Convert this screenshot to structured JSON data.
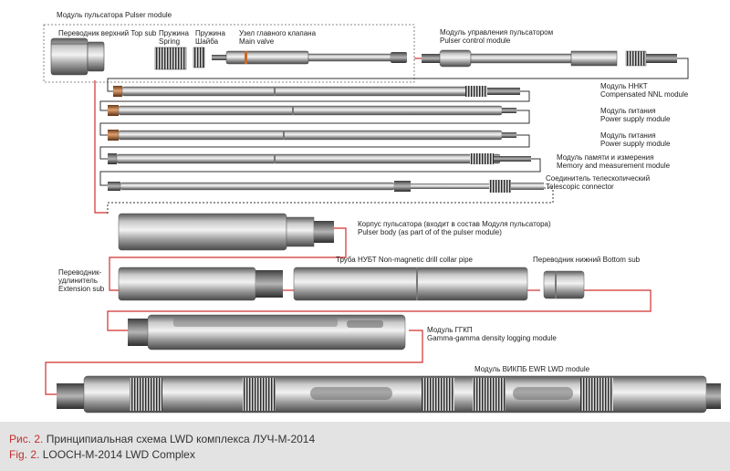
{
  "labels": {
    "pulser_module": "Модуль пульсатора Pulser module",
    "top_sub": "Переводник верхний Top sub",
    "spring_ru": "Пружина",
    "spring_en": "Spring",
    "washer_ru": "Пружина",
    "washer_en": "Шайба",
    "main_valve_ru": "Узел главного клапана",
    "main_valve_en": "Main valve",
    "pulser_control_ru": "Модуль управления пульсатором",
    "pulser_control_en": "Pulser control module",
    "nnl_ru": "Модуль ННКТ",
    "nnl_en": "Compensated NNL module",
    "power1_ru": "Модуль питания",
    "power1_en": "Power supply module",
    "power2_ru": "Модуль питания",
    "power2_en": "Power supply module",
    "memory_ru": "Модуль памяти и измерения",
    "memory_en": "Memory and measurement module",
    "telescopic_ru": "Соединитель телескопический",
    "telescopic_en": "Telescopic connector",
    "pulser_body_ru": "Корпус пульсатора (входит в состав Модуля пульсатора)",
    "pulser_body_en": "Pulser body (as part of of the pulser module)",
    "extension_ru1": "Переводник-",
    "extension_ru2": "удлинитель",
    "extension_en": "Extension sub",
    "nmdc": "Труба НУБТ Non-magnetic drill collar pipe",
    "bottom_sub": "Переводник нижний Bottom sub",
    "ggkp_ru": "Модуль ГГКП",
    "ggkp_en": "Gamma-gamma density logging module",
    "ewr": "Модуль ВИКПБ EWR LWD module"
  },
  "caption": {
    "ru_prefix": "Рис. 2.",
    "ru_text": " Принципиальная схема LWD комплекса ЛУЧ-М-2014",
    "en_prefix": "Fig. 2.",
    "en_text": " LOOCH-M-2014 LWD Complex"
  },
  "colors": {
    "connector_line": "#d0302e",
    "caption_accent": "#c0302e",
    "caption_bg": "#e3e3e3",
    "tool_body": "#8e8e8e"
  }
}
